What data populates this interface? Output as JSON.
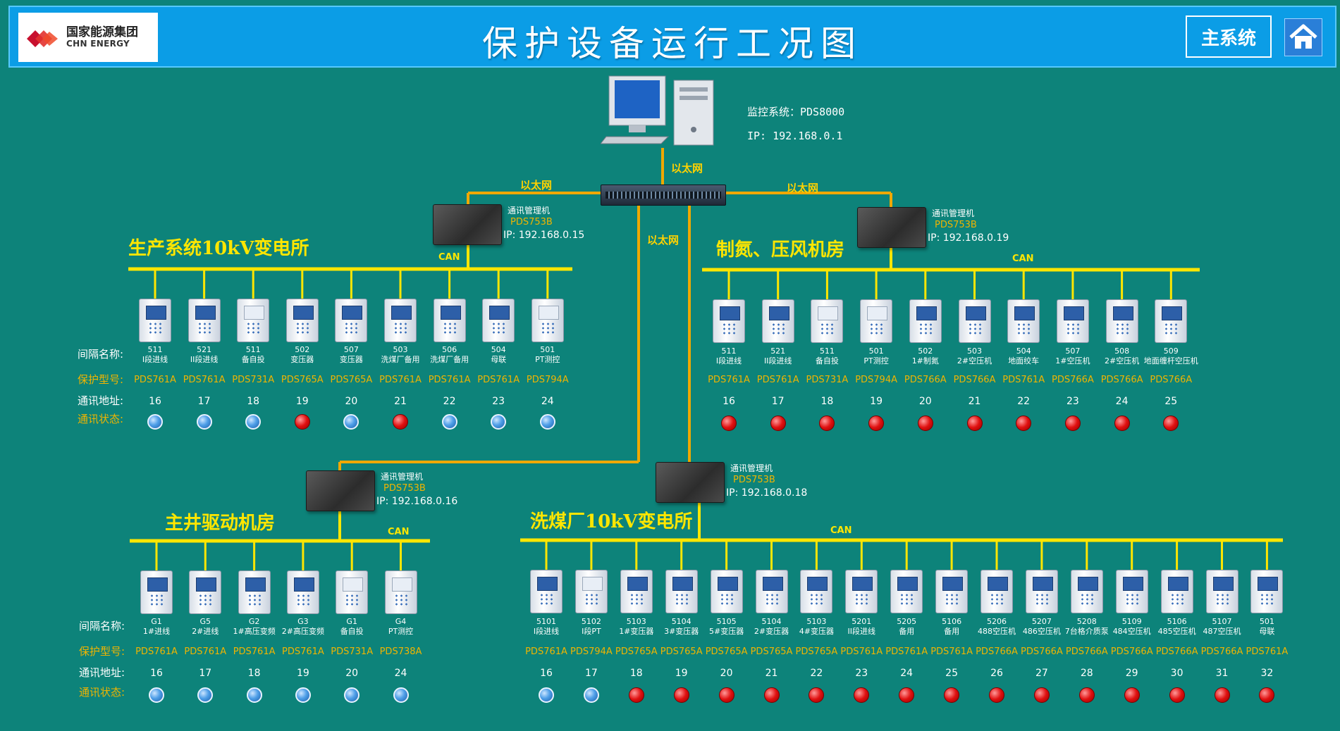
{
  "header": {
    "logo_cn": "国家能源集团",
    "logo_en": "CHN ENERGY",
    "title": "保护设备运行工况图",
    "main_btn": "主系统",
    "home_icon": "home-icon"
  },
  "colors": {
    "accent_header": "#0b9de6",
    "background": "#0d837a",
    "bus_yellow": "#ffe600",
    "ethernet_orange": "#f0a800",
    "status_ok": "#4f9fe8",
    "status_fault": "#e01010"
  },
  "monitor": {
    "label": "监控系统：PDS8000",
    "ip": "IP: 192.168.0.1"
  },
  "ethernet_label": "以太网",
  "can_label": "CAN",
  "row_labels": {
    "name": "间隔名称:",
    "model": "保护型号:",
    "addr": "通讯地址:",
    "status": "通讯状态:"
  },
  "sections": [
    {
      "title": "生产系统10kV变电所",
      "gateway": {
        "caption": "通讯管理机",
        "model": "PDS753B",
        "ip": "IP: 192.168.0.15"
      },
      "devices": [
        {
          "name1": "511",
          "name2": "I段进线",
          "model": "PDS761A",
          "addr": "16",
          "status": "ok"
        },
        {
          "name1": "521",
          "name2": "II段进线",
          "model": "PDS761A",
          "addr": "17",
          "status": "ok"
        },
        {
          "name1": "511",
          "name2": "备自投",
          "model": "PDS731A",
          "addr": "18",
          "status": "ok"
        },
        {
          "name1": "502",
          "name2": "变压器",
          "model": "PDS765A",
          "addr": "19",
          "status": "fault"
        },
        {
          "name1": "507",
          "name2": "变压器",
          "model": "PDS765A",
          "addr": "20",
          "status": "ok"
        },
        {
          "name1": "503",
          "name2": "洗煤厂备用",
          "model": "PDS761A",
          "addr": "21",
          "status": "fault"
        },
        {
          "name1": "506",
          "name2": "洗煤厂备用",
          "model": "PDS761A",
          "addr": "22",
          "status": "ok"
        },
        {
          "name1": "504",
          "name2": "母联",
          "model": "PDS761A",
          "addr": "23",
          "status": "ok"
        },
        {
          "name1": "501",
          "name2": "PT测控",
          "model": "PDS794A",
          "addr": "24",
          "status": "ok"
        }
      ]
    },
    {
      "title": "制氮、压风机房",
      "gateway": {
        "caption": "通讯管理机",
        "model": "PDS753B",
        "ip": "IP: 192.168.0.19"
      },
      "devices": [
        {
          "name1": "511",
          "name2": "I段进线",
          "model": "PDS761A",
          "addr": "16",
          "status": "fault"
        },
        {
          "name1": "521",
          "name2": "II段进线",
          "model": "PDS761A",
          "addr": "17",
          "status": "fault"
        },
        {
          "name1": "511",
          "name2": "备自投",
          "model": "PDS731A",
          "addr": "18",
          "status": "fault"
        },
        {
          "name1": "501",
          "name2": "PT测控",
          "model": "PDS794A",
          "addr": "19",
          "status": "fault"
        },
        {
          "name1": "502",
          "name2": "1#制氮",
          "model": "PDS766A",
          "addr": "20",
          "status": "fault"
        },
        {
          "name1": "503",
          "name2": "2#空压机",
          "model": "PDS766A",
          "addr": "21",
          "status": "fault"
        },
        {
          "name1": "504",
          "name2": "地面绞车",
          "model": "PDS761A",
          "addr": "22",
          "status": "fault"
        },
        {
          "name1": "507",
          "name2": "1#空压机",
          "model": "PDS766A",
          "addr": "23",
          "status": "fault"
        },
        {
          "name1": "508",
          "name2": "2#空压机",
          "model": "PDS766A",
          "addr": "24",
          "status": "fault"
        },
        {
          "name1": "509",
          "name2": "地面缠杆空压机",
          "model": "PDS766A",
          "addr": "25",
          "status": "fault"
        }
      ]
    },
    {
      "title": "主井驱动机房",
      "gateway": {
        "caption": "通讯管理机",
        "model": "PDS753B",
        "ip": "IP: 192.168.0.16"
      },
      "devices": [
        {
          "name1": "G1",
          "name2": "1#进线",
          "model": "PDS761A",
          "addr": "16",
          "status": "ok"
        },
        {
          "name1": "G5",
          "name2": "2#进线",
          "model": "PDS761A",
          "addr": "17",
          "status": "ok"
        },
        {
          "name1": "G2",
          "name2": "1#高压变频",
          "model": "PDS761A",
          "addr": "18",
          "status": "ok"
        },
        {
          "name1": "G3",
          "name2": "2#高压变频",
          "model": "PDS761A",
          "addr": "19",
          "status": "ok"
        },
        {
          "name1": "G1",
          "name2": "备自投",
          "model": "PDS731A",
          "addr": "20",
          "status": "ok"
        },
        {
          "name1": "G4",
          "name2": "PT测控",
          "model": "PDS738A",
          "addr": "24",
          "status": "ok"
        }
      ]
    },
    {
      "title": "洗煤厂10kV变电所",
      "gateway": {
        "caption": "通讯管理机",
        "model": "PDS753B",
        "ip": "IP: 192.168.0.18"
      },
      "devices": [
        {
          "name1": "5101",
          "name2": "I段进线",
          "model": "PDS761A",
          "addr": "16",
          "status": "ok"
        },
        {
          "name1": "5102",
          "name2": "I段PT",
          "model": "PDS794A",
          "addr": "17",
          "status": "ok"
        },
        {
          "name1": "5103",
          "name2": "1#变压器",
          "model": "PDS765A",
          "addr": "18",
          "status": "fault"
        },
        {
          "name1": "5104",
          "name2": "3#变压器",
          "model": "PDS765A",
          "addr": "19",
          "status": "fault"
        },
        {
          "name1": "5105",
          "name2": "5#变压器",
          "model": "PDS765A",
          "addr": "20",
          "status": "fault"
        },
        {
          "name1": "5104",
          "name2": "2#变压器",
          "model": "PDS765A",
          "addr": "21",
          "status": "fault"
        },
        {
          "name1": "5103",
          "name2": "4#变压器",
          "model": "PDS765A",
          "addr": "22",
          "status": "fault"
        },
        {
          "name1": "5201",
          "name2": "II段进线",
          "model": "PDS761A",
          "addr": "23",
          "status": "fault"
        },
        {
          "name1": "5205",
          "name2": "备用",
          "model": "PDS761A",
          "addr": "24",
          "status": "fault"
        },
        {
          "name1": "5106",
          "name2": "备用",
          "model": "PDS761A",
          "addr": "25",
          "status": "fault"
        },
        {
          "name1": "5206",
          "name2": "488空压机",
          "model": "PDS766A",
          "addr": "26",
          "status": "fault"
        },
        {
          "name1": "5207",
          "name2": "486空压机",
          "model": "PDS766A",
          "addr": "27",
          "status": "fault"
        },
        {
          "name1": "5208",
          "name2": "7台格介质泵",
          "model": "PDS766A",
          "addr": "28",
          "status": "fault"
        },
        {
          "name1": "5109",
          "name2": "484空压机",
          "model": "PDS766A",
          "addr": "29",
          "status": "fault"
        },
        {
          "name1": "5106",
          "name2": "485空压机",
          "model": "PDS766A",
          "addr": "30",
          "status": "fault"
        },
        {
          "name1": "5107",
          "name2": "487空压机",
          "model": "PDS766A",
          "addr": "31",
          "status": "fault"
        },
        {
          "name1": "501",
          "name2": "母联",
          "model": "PDS761A",
          "addr": "32",
          "status": "fault"
        }
      ]
    }
  ]
}
